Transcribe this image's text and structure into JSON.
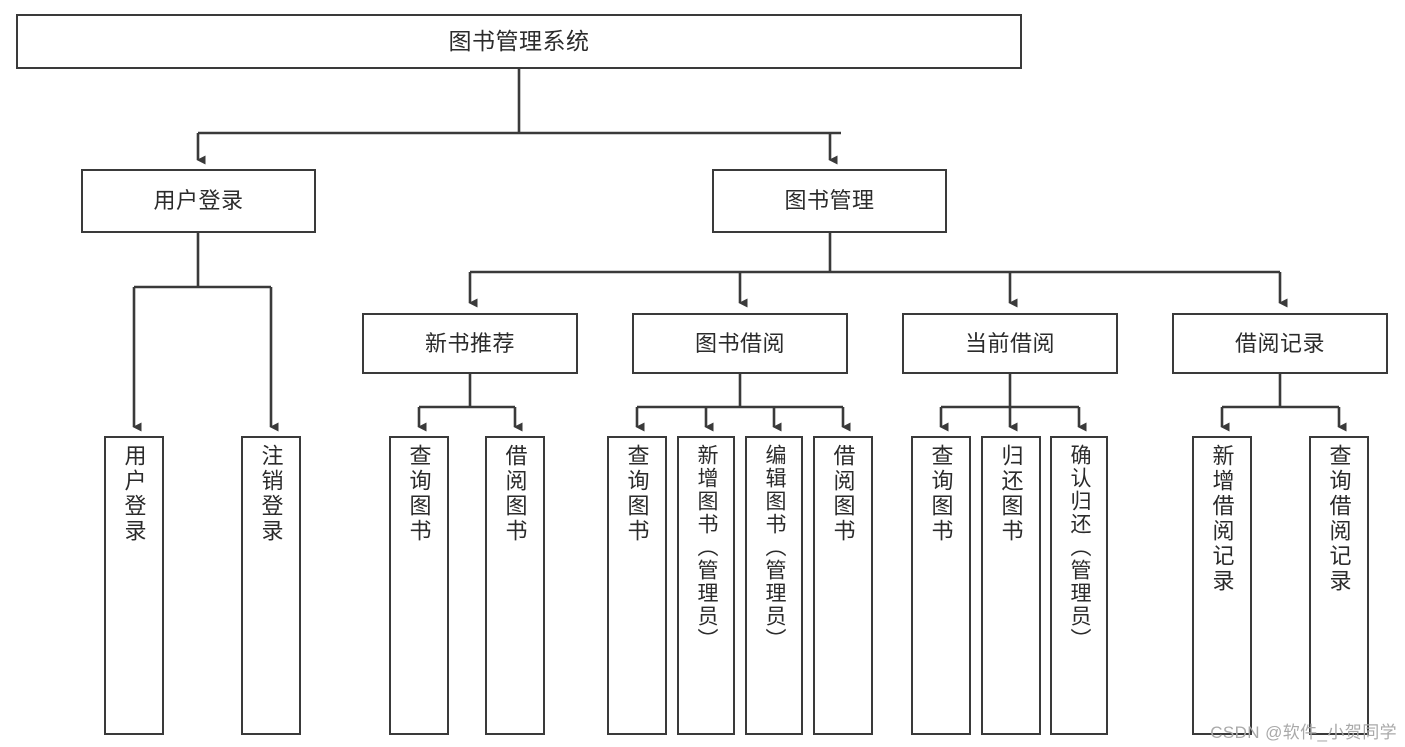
{
  "diagram": {
    "title": "图书管理系统",
    "type": "tree-hierarchy",
    "colors": {
      "box_border": "#3a3a3a",
      "box_fill": "#ffffff",
      "edge": "#3a3a3a",
      "text": "#2b2b2b",
      "watermark": "#a9a9a9",
      "background": "#ffffff"
    }
  },
  "nodes": {
    "root": {
      "label": "图书管理系统"
    },
    "level2": [
      {
        "label": "用户登录"
      },
      {
        "label": "图书管理"
      }
    ],
    "level3": [
      {
        "label": "新书推荐"
      },
      {
        "label": "图书借阅"
      },
      {
        "label": "当前借阅"
      },
      {
        "label": "借阅记录"
      }
    ],
    "leaves": {
      "user_login": [
        {
          "label": "用户登录"
        },
        {
          "label": "注销登录"
        }
      ],
      "new_book_recommend": [
        {
          "label": "查询图书"
        },
        {
          "label": "借阅图书"
        }
      ],
      "book_borrow": [
        {
          "label": "查询图书"
        },
        {
          "label": "新增图书（管理员）"
        },
        {
          "label": "编辑图书（管理员）"
        },
        {
          "label": "借阅图书"
        }
      ],
      "current_borrow": [
        {
          "label": "查询图书"
        },
        {
          "label": "归还图书"
        },
        {
          "label": "确认归还（管理员）"
        }
      ],
      "borrow_record": [
        {
          "label": "新增借阅记录"
        },
        {
          "label": "查询借阅记录"
        }
      ]
    }
  },
  "watermark": {
    "text": "CSDN @软件_小贺同学"
  }
}
